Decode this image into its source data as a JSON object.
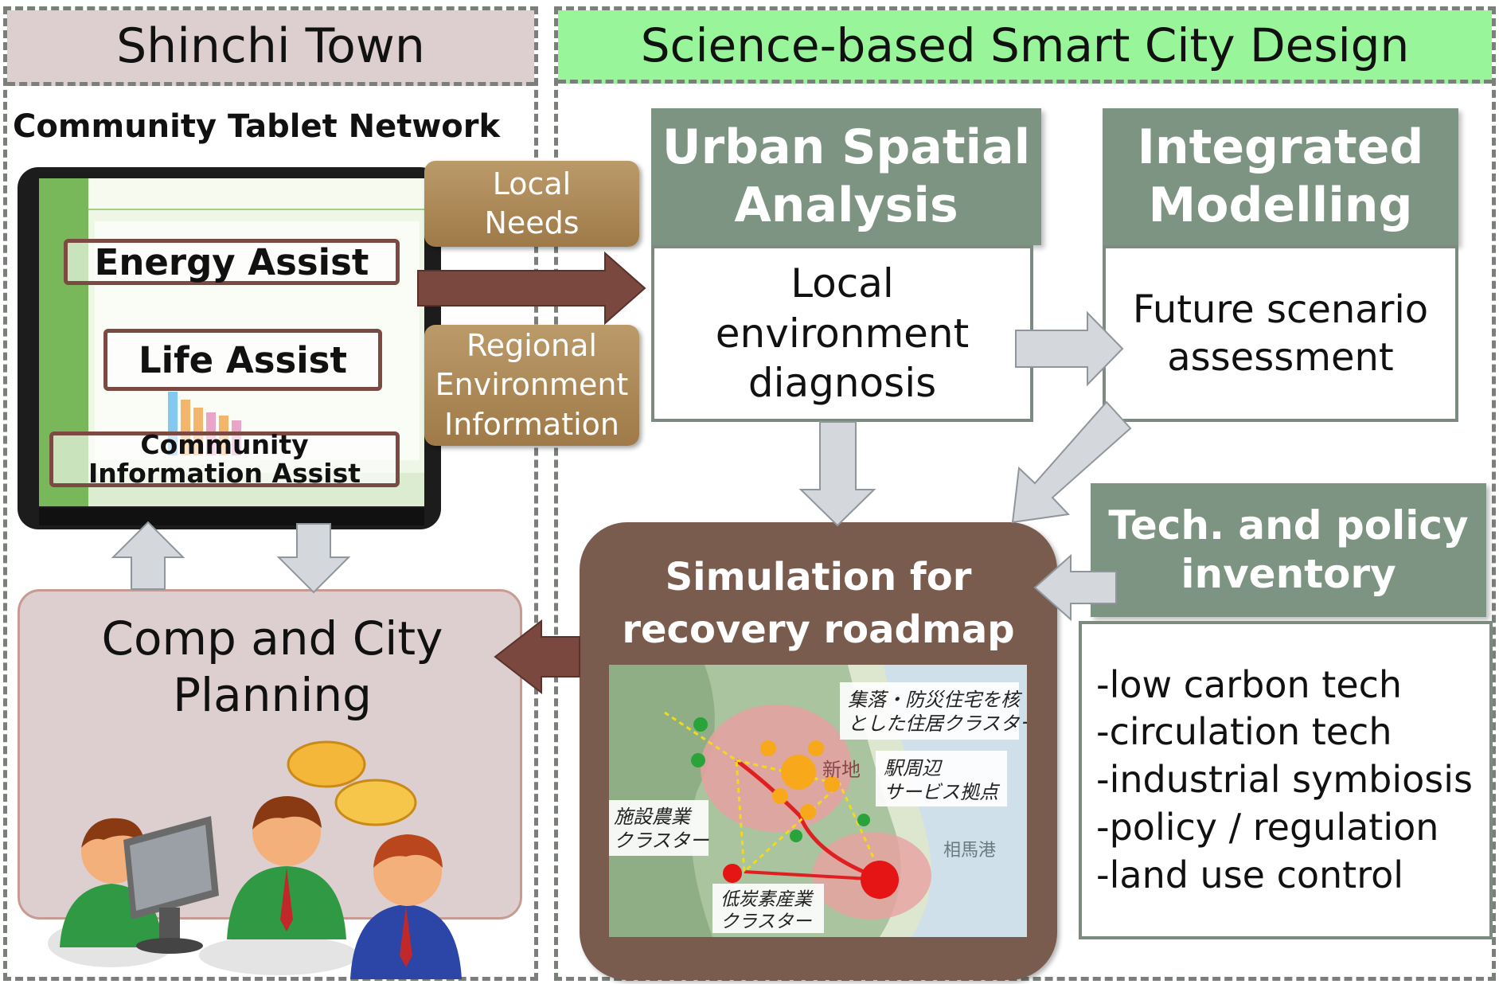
{
  "left_panel": {
    "title": "Shinchi Town",
    "network_label": "Community Tablet Network",
    "tablet_labels": [
      "Energy Assist",
      "Life Assist",
      "Community",
      "Information Assist"
    ],
    "planning_label": [
      "Comp and City",
      "Planning"
    ]
  },
  "right_panel": {
    "title": "Science-based Smart City Design",
    "urban": {
      "header": [
        "Urban Spatial",
        "Analysis"
      ],
      "body": [
        "Local",
        "environment",
        "diagnosis"
      ]
    },
    "integrated": {
      "header": [
        "Integrated",
        "Modelling"
      ],
      "body": [
        "Future scenario",
        "assessment"
      ]
    },
    "tech": {
      "header": [
        "Tech. and policy",
        "inventory"
      ],
      "items": [
        "-low carbon tech",
        "-circulation tech",
        "-industrial symbiosis",
        "-policy / regulation",
        "-land use control"
      ]
    },
    "simulation": {
      "title": [
        "Simulation for",
        "recovery roadmap"
      ],
      "map_labels": [
        "集落・防災住宅を核",
        "とした住居クラスター",
        "駅周辺",
        "サービス拠点",
        "施設農業",
        "クラスター",
        "低炭素産業",
        "クラスター",
        "相馬港",
        "新地"
      ]
    }
  },
  "connectors": {
    "local_needs": [
      "Local",
      "Needs"
    ],
    "regional_info": [
      "Regional",
      "Environment",
      "Information"
    ]
  },
  "colors": {
    "left_header_bg": "#ddcfcf",
    "right_header_bg": "#98f59a",
    "green_header": "#7d9482",
    "brown_box": "#7a5c4f",
    "tan_box": "#a8844f",
    "dark_arrow": "#7b4840"
  }
}
